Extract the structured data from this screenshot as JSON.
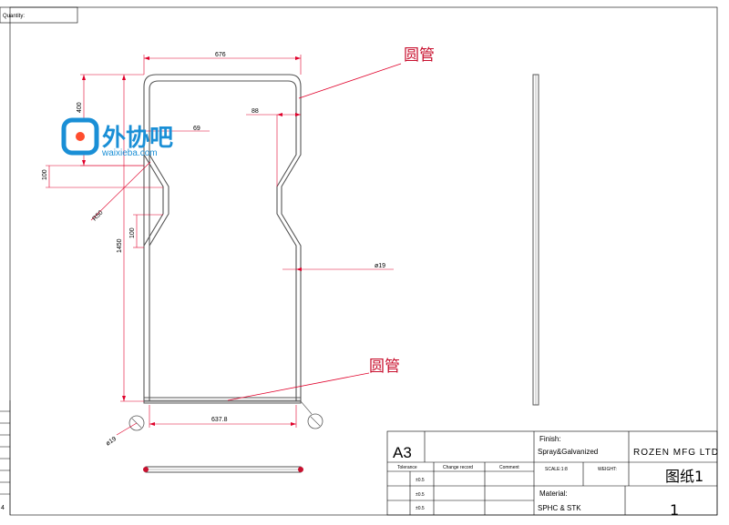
{
  "header": {
    "quantity_label": "Quantity:"
  },
  "dimensions": {
    "top_width": "676",
    "bottom_width": "637.8",
    "upper_height": "400",
    "total_height": "1450",
    "neck_width": "69",
    "neck_step": "88",
    "upper_neck_height": "100",
    "lower_neck_height": "100",
    "radius": "R50",
    "tube_diameter": "ø19",
    "tube_diameter_2": "ø19"
  },
  "callouts": {
    "top": "圆管",
    "bottom": "圆管"
  },
  "watermark": {
    "brand": "外协吧",
    "url": "waixieba.com"
  },
  "title_block": {
    "sheet_size": "A3",
    "finish_label": "Finish:",
    "finish_value": "Spray&Galvanized",
    "company": "ROZEN MFG LTD",
    "tolerance_header": "Tolerance",
    "change_record_header": "Change record",
    "comment_header": "Comment",
    "scale_label": "SCALE:1:8",
    "weight_label": "WEIGHT:",
    "tolerances": [
      "±0.5",
      "±0.5",
      "±0.5"
    ],
    "material_label": "Material:",
    "material_value": "SPHC & STK",
    "drawing_name": "图纸1",
    "sheet_number": "1"
  },
  "margin": {
    "left_number": "4"
  },
  "colors": {
    "dimension": "#e0002a",
    "outline": "#555555",
    "watermark": "#1a8fd6"
  }
}
